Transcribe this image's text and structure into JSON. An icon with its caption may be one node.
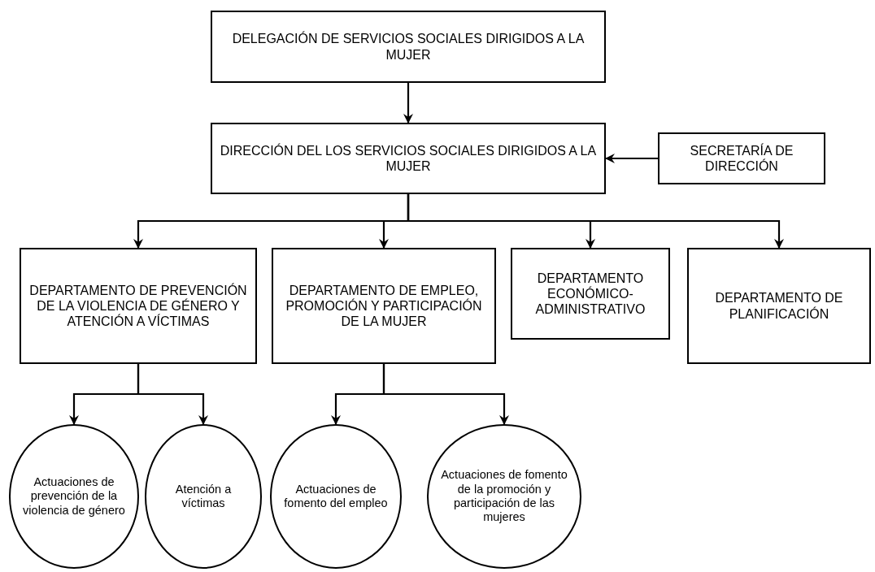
{
  "diagram": {
    "nodes": [
      {
        "text": [
          "DELEGACIÓN  DE SERVICIOS SOCIALES DIRIGIDOS A LA MUJER"
        ]
      },
      {
        "text": [
          "DIRECCIÓN DEL LOS SERVICIOS SOCIALES DIRIGIDOS A LA MUJER"
        ]
      },
      {
        "text": [
          "SECRETARÍA DE DIRECCIÓN"
        ]
      },
      {
        "text": [
          "DEPARTAMENTO DE PREVENCIÓN DE LA VIOLENCIA DE GÉNERO Y ATENCIÓN A VÍCTIMAS"
        ]
      },
      {
        "text": [
          "DEPARTAMENTO DE EMPLEO, PROMOCIÓN Y PARTICIPACIÓN DE LA MUJER"
        ]
      },
      {
        "text": [
          "DEPARTAMENTO ECONÓMICO-ADMINISTRATIVO"
        ]
      },
      {
        "text": [
          "DEPARTAMENTO DE PLANIFICACIÓN"
        ]
      },
      {
        "text": [
          "Actuaciones de prevención de la violencia de género"
        ]
      },
      {
        "text": [
          "Atención a víctimas"
        ]
      },
      {
        "text": [
          "Actuaciones de fomento del empleo"
        ]
      },
      {
        "text": [
          "Actuaciones de fomento de la promoción y participación de las mujeres"
        ]
      }
    ],
    "edges": [
      {
        "from": 0,
        "to": 1,
        "arrow": "to"
      },
      {
        "from": 2,
        "to": 1,
        "arrow": "to"
      },
      {
        "from": 1,
        "to": 3,
        "arrow": "to"
      },
      {
        "from": 1,
        "to": 4,
        "arrow": "to"
      },
      {
        "from": 1,
        "to": 5,
        "arrow": "to"
      },
      {
        "from": 1,
        "to": 6,
        "arrow": "to"
      },
      {
        "from": 3,
        "to": 7,
        "arrow": "to"
      },
      {
        "from": 3,
        "to": 8,
        "arrow": "to"
      },
      {
        "from": 4,
        "to": 9,
        "arrow": "to"
      },
      {
        "from": 4,
        "to": 10,
        "arrow": "to"
      }
    ]
  }
}
